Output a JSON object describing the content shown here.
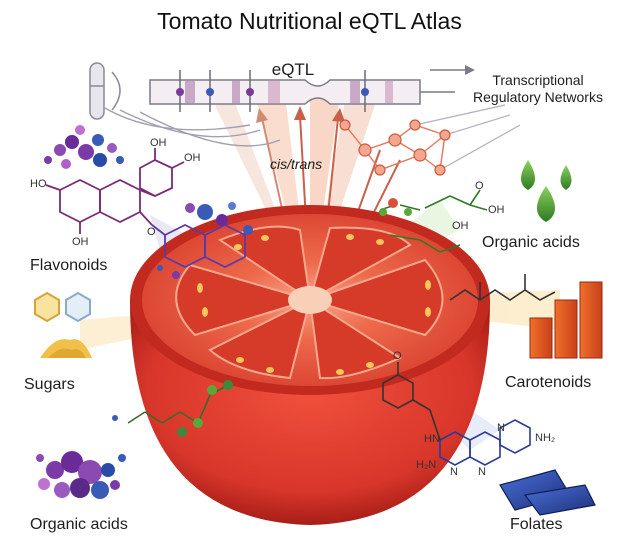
{
  "title": "Tomato Nutritional eQTL Atlas",
  "top": {
    "eqtl_label": "eQTL",
    "network_label": "Transcriptional Regulatory Networks",
    "cis_trans_label": "cis/trans"
  },
  "categories": {
    "flavonoids": "Flavonoids",
    "sugars": "Sugars",
    "organic_acids_right": "Organic acids",
    "carotenoids": "Carotenoids",
    "organic_acids_left": "Organic acids",
    "folates": "Folates"
  },
  "chem_labels": {
    "oh1": "OH",
    "oh2": "OH",
    "ho1": "HO",
    "oh3": "OH",
    "oh_acid1": "OH",
    "oh_acid2": "OH",
    "o_acid": "O",
    "o_flav": "O",
    "hn": "HN",
    "h2n": "H₂N",
    "nh2": "NH₂",
    "n1": "N",
    "n2": "N",
    "n3": "N",
    "o_fol": "O"
  },
  "colors": {
    "tomato_red": "#d8362a",
    "flesh": "#e8503a",
    "seed": "#f2c25a",
    "purple": "#7a3a9a",
    "blue": "#3a5ab8",
    "green": "#5aa83a",
    "orange": "#e86a2a",
    "network": "#e8745a"
  }
}
